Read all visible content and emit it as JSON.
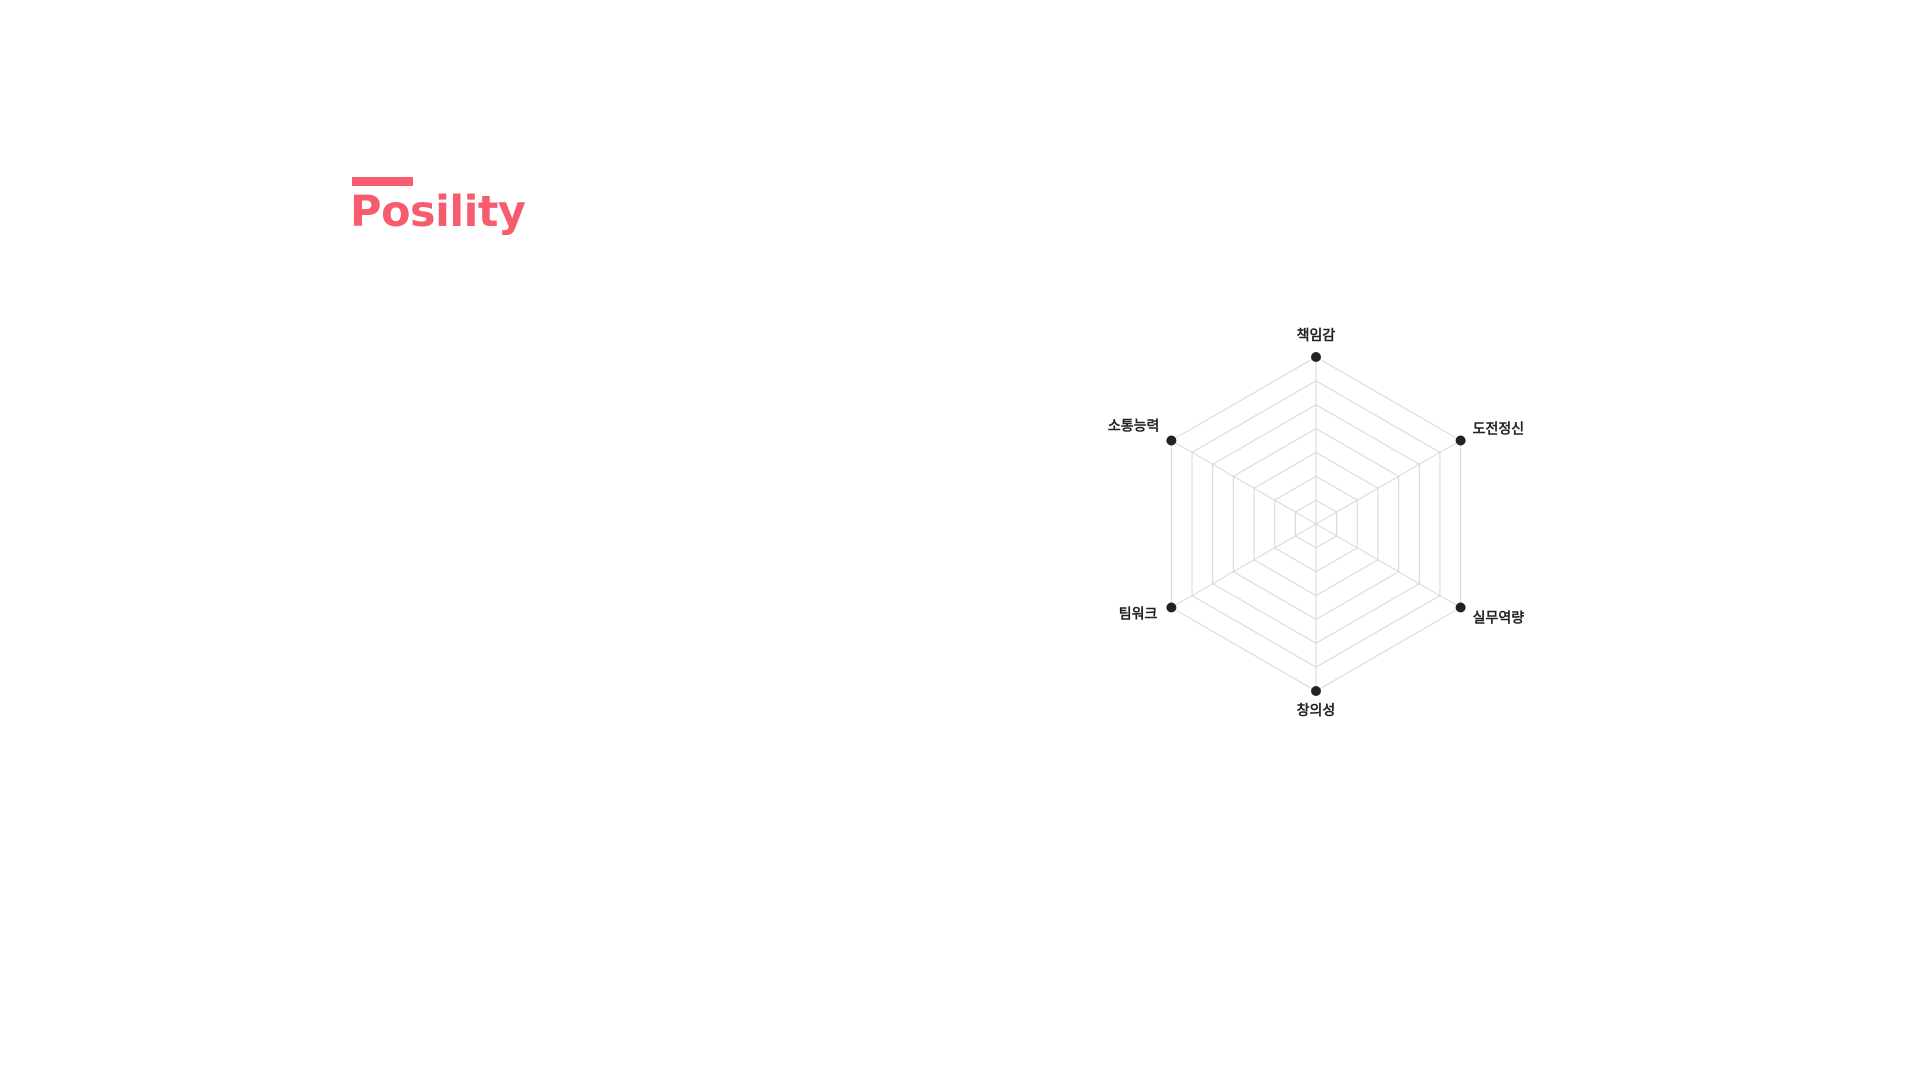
{
  "brand": {
    "title": "Posility",
    "accent_color": "#f65c6d"
  },
  "chart_data": {
    "type": "radar",
    "axes": [
      "책임감",
      "도전정신",
      "실무역량",
      "창의성",
      "팀워크",
      "소통능력"
    ],
    "grid_levels": 7,
    "grid_color": "#d6d6d6",
    "marker_color": "#222222",
    "title": "",
    "grid": true
  }
}
